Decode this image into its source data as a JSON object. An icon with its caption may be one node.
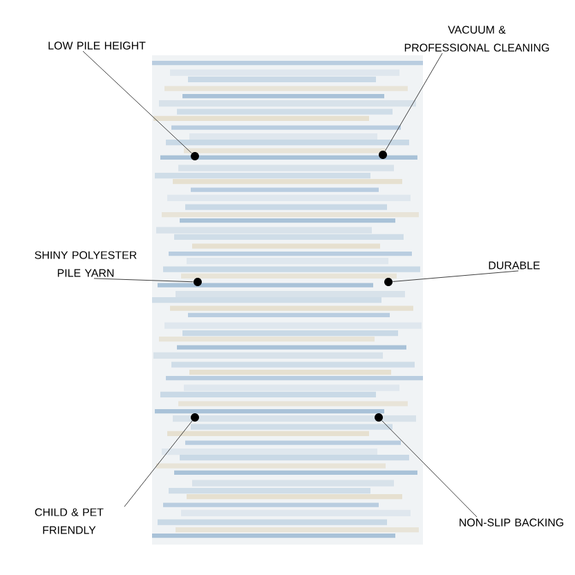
{
  "diagram": {
    "nodes": [
      {
        "text": [],
        "shape": "picture"
      },
      {
        "text": [
          "LOW PILE HEIGHT"
        ]
      },
      {
        "text": [
          "VACUUM & PROFESSIONAL CLEANING"
        ]
      },
      {
        "text": [
          "SHINY POLYESTER PILE YARN"
        ]
      },
      {
        "text": [
          "DURABLE"
        ]
      },
      {
        "text": [
          "CHILD & PET FRIENDLY"
        ]
      },
      {
        "text": [
          "NON-SLIP BACKING"
        ]
      },
      {
        "text": [],
        "shape": "circle",
        "in": 0
      },
      {
        "text": [],
        "shape": "circle",
        "in": 0
      },
      {
        "text": [],
        "shape": "circle",
        "in": 0
      },
      {
        "text": [],
        "shape": "circle",
        "in": 0
      },
      {
        "text": [],
        "shape": "circle",
        "in": 0
      },
      {
        "text": [],
        "shape": "circle",
        "in": 0
      }
    ],
    "edges": [
      {
        "from": 1,
        "to": 7,
        "arrow": "none"
      },
      {
        "from": 2,
        "to": 8,
        "arrow": "none"
      },
      {
        "from": 3,
        "to": 9,
        "arrow": "none"
      },
      {
        "from": 4,
        "to": 10,
        "arrow": "none"
      },
      {
        "from": 5,
        "to": 11,
        "arrow": "none"
      },
      {
        "from": 6,
        "to": 12,
        "arrow": "none"
      }
    ]
  }
}
